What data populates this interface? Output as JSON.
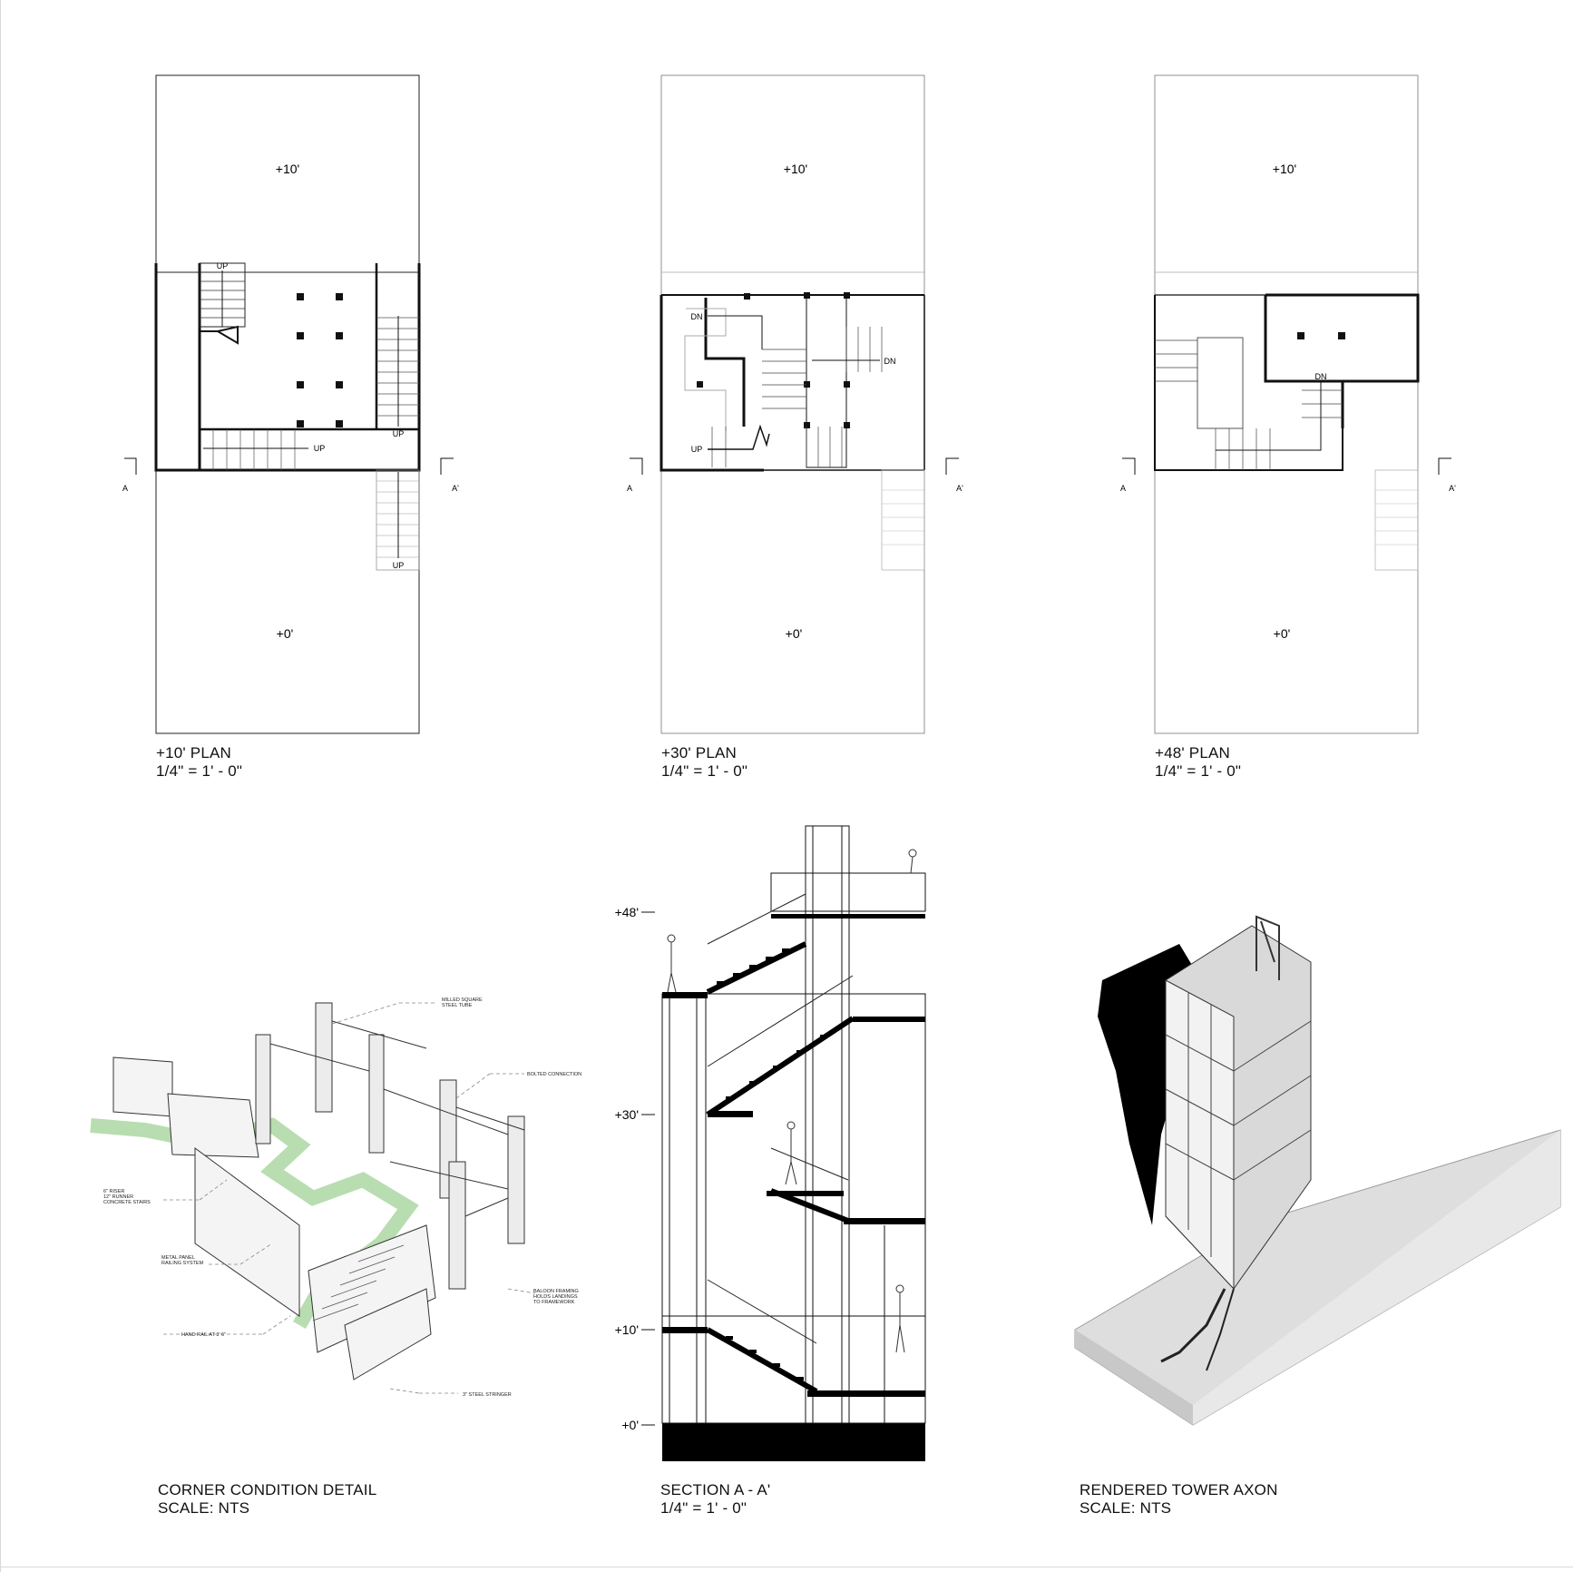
{
  "plans": [
    {
      "upper_level": "+10'",
      "lower_level": "+0'",
      "labels": [
        "UP",
        "UP",
        "UP",
        "UP"
      ],
      "section_marks": [
        "A",
        "A'"
      ],
      "title": "+10' PLAN",
      "scale": "1/4\" = 1' - 0\""
    },
    {
      "upper_level": "+10'",
      "lower_level": "+0'",
      "labels": [
        "DN",
        "DN",
        "UP"
      ],
      "section_marks": [
        "A",
        "A'"
      ],
      "title": "+30' PLAN",
      "scale": "1/4\" = 1' - 0\""
    },
    {
      "upper_level": "+10'",
      "lower_level": "+0'",
      "labels": [
        "DN"
      ],
      "section_marks": [
        "A",
        "A'"
      ],
      "title": "+48' PLAN",
      "scale": "1/4\" = 1' - 0\""
    }
  ],
  "detail": {
    "title": "CORNER CONDITION DETAIL",
    "scale": "SCALE: NTS",
    "callouts": [
      "MILLED SQUARE",
      "STEEL TUBE",
      "BOLTED CONNECTION",
      "6\" RISER",
      "12\" RUNNER",
      "CONCRETE STAIRS",
      "METAL PANEL",
      "RAILING SYSTEM",
      "BALOON FRAMING",
      "HOLDS LANDINGS",
      "TO FRAMEWORK",
      "HAND RAIL AT 3' 6\"",
      "3\" STEEL STRINGER"
    ],
    "path_color": "#b8ddb0"
  },
  "section": {
    "title": "SECTION A - A'",
    "scale": "1/4\" = 1' - 0\"",
    "levels": [
      "+48'",
      "+30'",
      "+10'",
      "+0'"
    ]
  },
  "axon": {
    "title": "RENDERED TOWER AXON",
    "scale": "SCALE: NTS"
  }
}
